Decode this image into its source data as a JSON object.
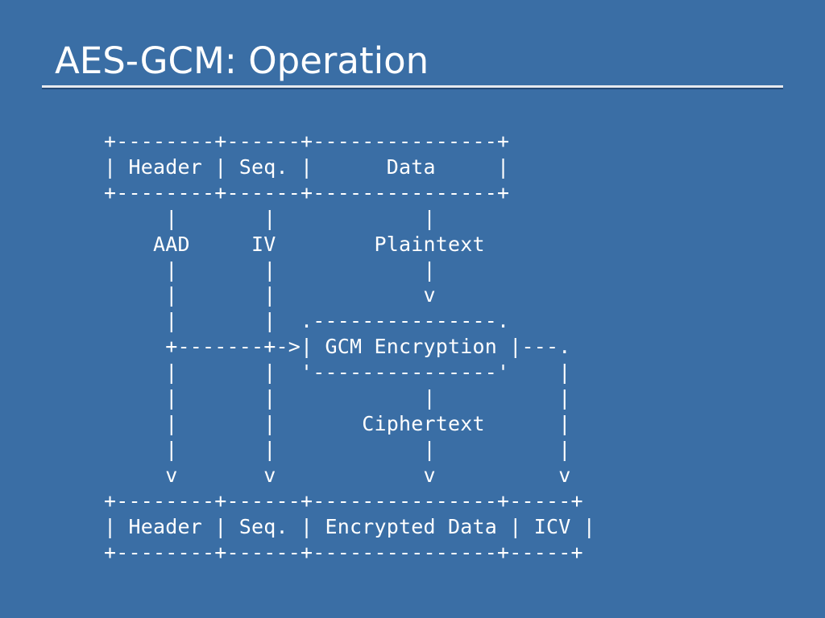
{
  "slide": {
    "title": "AES-GCM: Operation"
  },
  "diagram": {
    "lines": [
      "+--------+------+---------------+",
      "| Header | Seq. |      Data     |",
      "+--------+------+---------------+",
      "     |       |            |",
      "    AAD     IV        Plaintext",
      "     |       |            |",
      "     |       |            v",
      "     |       |  .---------------.",
      "     +-------+->| GCM Encryption |---.",
      "     |       |  '---------------'    |",
      "     |       |            |          |",
      "     |       |       Ciphertext      |",
      "     |       |            |          |",
      "     v       v            v          v",
      "+--------+------+---------------+-----+",
      "| Header | Seq. | Encrypted Data | ICV |",
      "+--------+------+---------------+-----+"
    ]
  }
}
